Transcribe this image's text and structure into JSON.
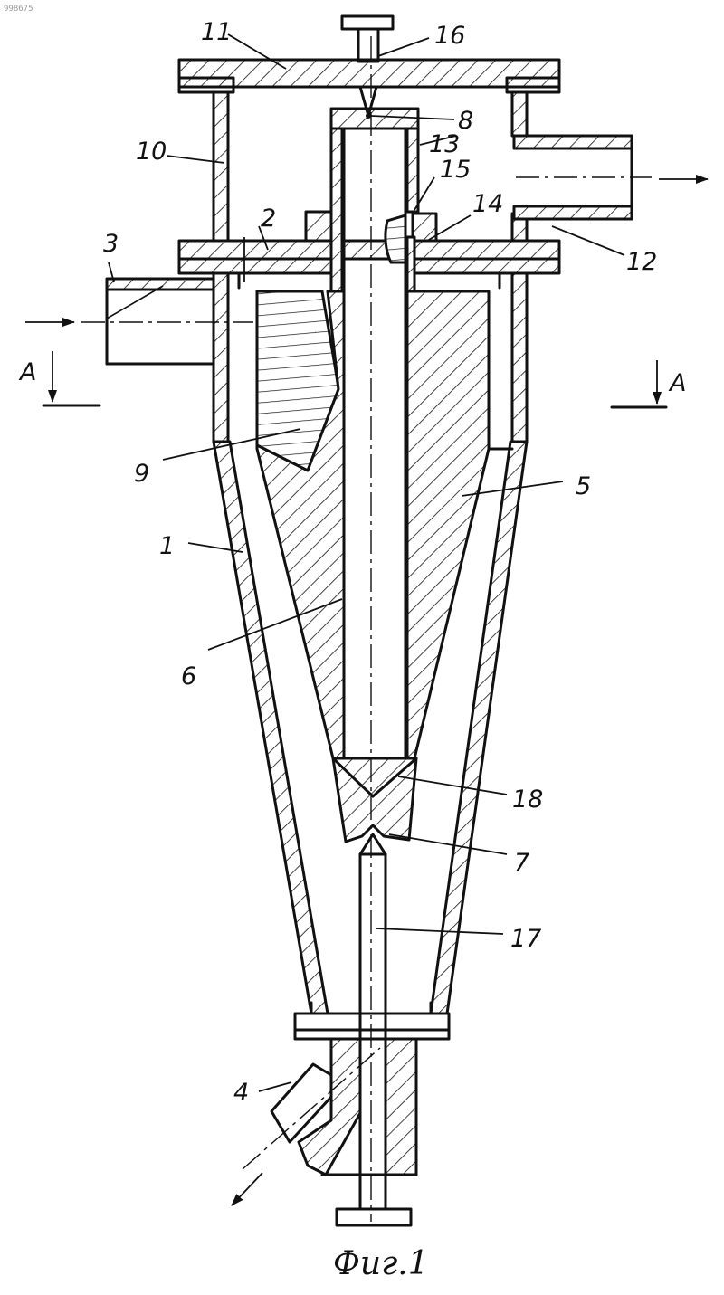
{
  "figure": {
    "doc_id": "998675",
    "caption": "Фиг.1",
    "section_mark": "A"
  },
  "labels": [
    {
      "id": "l1",
      "text": "1"
    },
    {
      "id": "l2",
      "text": "2"
    },
    {
      "id": "l3",
      "text": "3"
    },
    {
      "id": "l4",
      "text": "4"
    },
    {
      "id": "l5",
      "text": "5"
    },
    {
      "id": "l6",
      "text": "6"
    },
    {
      "id": "l7",
      "text": "7"
    },
    {
      "id": "l8",
      "text": "8"
    },
    {
      "id": "l9",
      "text": "9"
    },
    {
      "id": "l10",
      "text": "10"
    },
    {
      "id": "l11",
      "text": "11"
    },
    {
      "id": "l12",
      "text": "12"
    },
    {
      "id": "l13",
      "text": "13"
    },
    {
      "id": "l14",
      "text": "14"
    },
    {
      "id": "l15",
      "text": "15"
    },
    {
      "id": "l16",
      "text": "16"
    },
    {
      "id": "l17",
      "text": "17"
    },
    {
      "id": "l18",
      "text": "18"
    }
  ]
}
